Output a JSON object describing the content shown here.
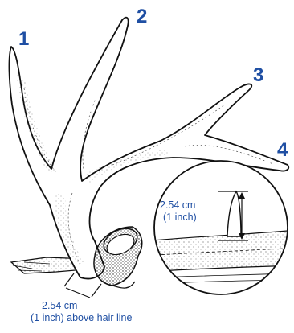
{
  "tine_numbers": [
    "1",
    "2",
    "3",
    "4"
  ],
  "base_measure": {
    "line1": "2.54 cm",
    "line2": "(1 inch) above hair line"
  },
  "inset_measure": {
    "line1": "2.54 cm",
    "line2": "(1 inch)"
  },
  "colors": {
    "label_blue": "#1f4fa3",
    "ink": "#111111",
    "antler_fill": "#ffffff"
  }
}
